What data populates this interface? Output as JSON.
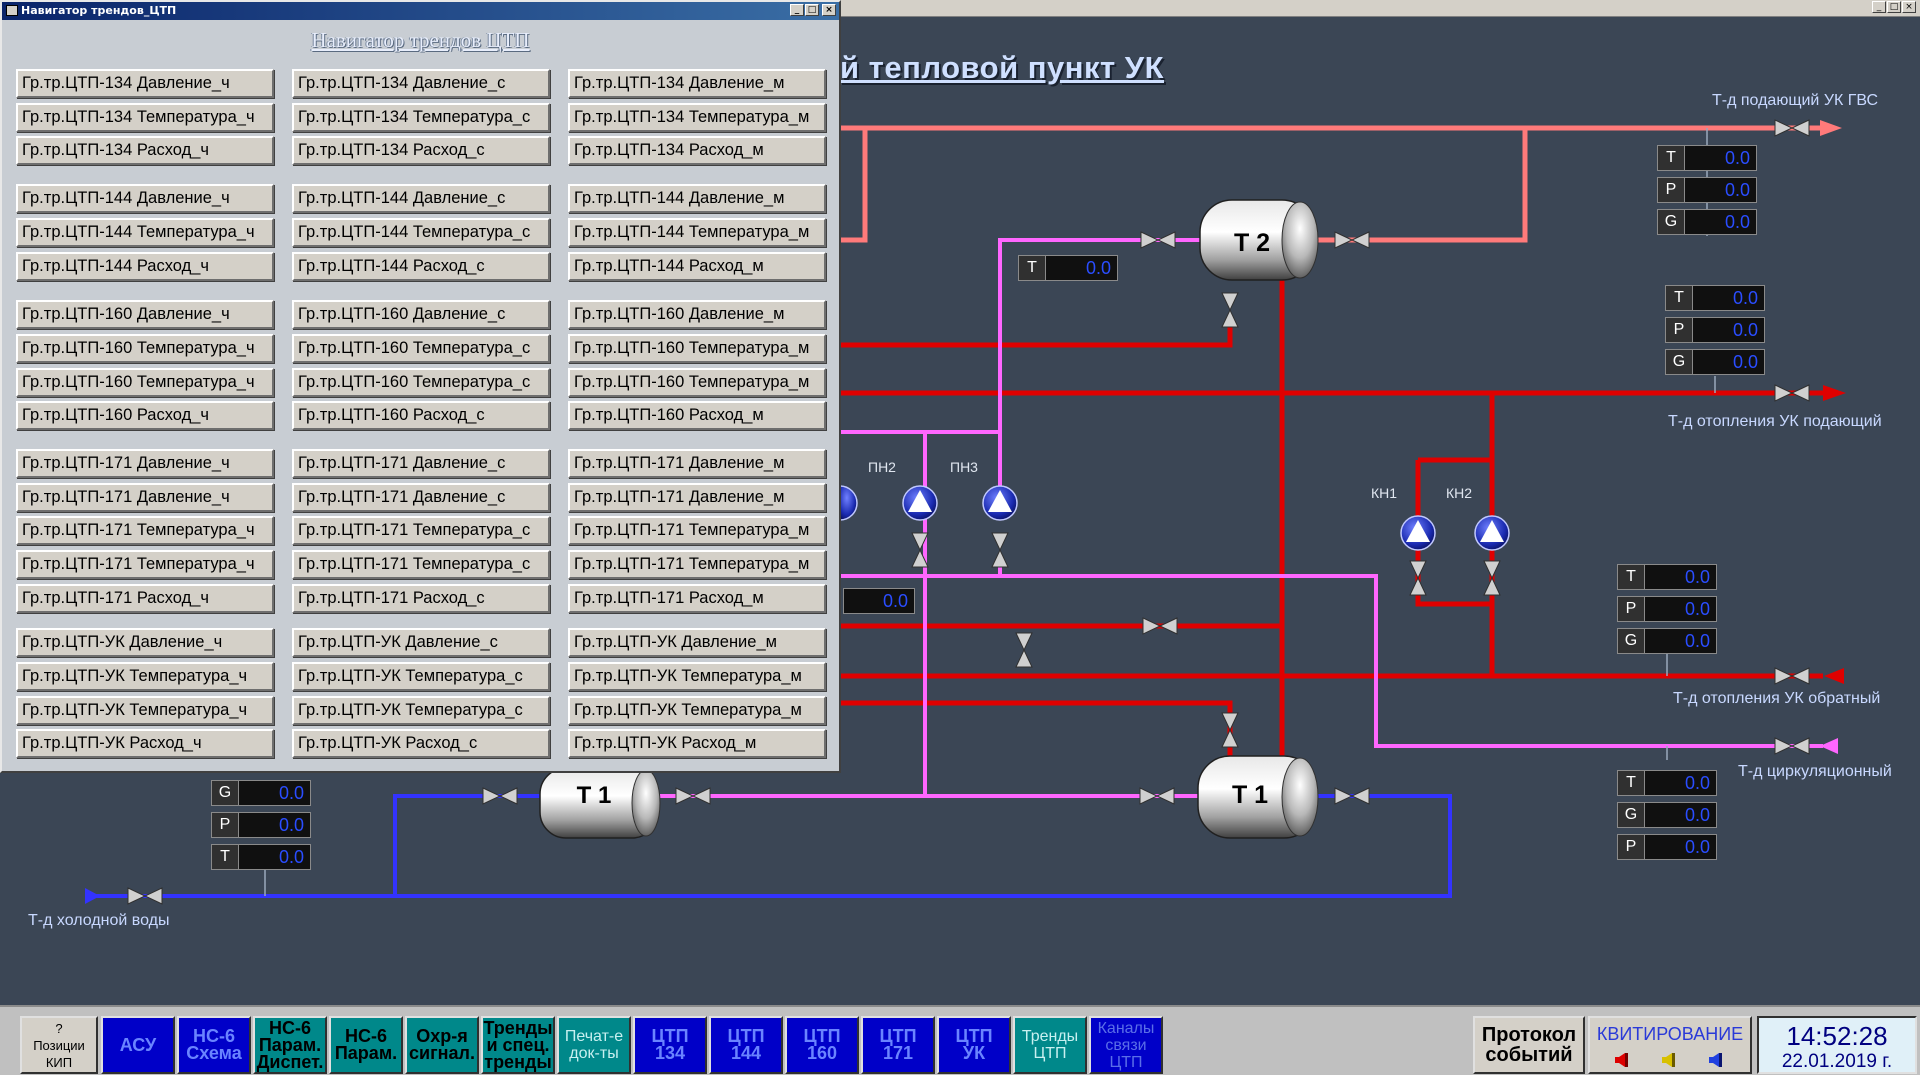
{
  "window_title": "Навигатор трендов_ЦТП",
  "navigator_heading": "Навигатор трендов ЦТП",
  "screen_title": "й тепловой пункт УК",
  "window_controls": [
    "_",
    "□",
    "×"
  ],
  "trend_buttons": [
    [
      "Гр.тр.ЦТП-134 Давление_ч",
      "Гр.тр.ЦТП-134 Давление_с",
      "Гр.тр.ЦТП-134 Давление_м"
    ],
    [
      "Гр.тр.ЦТП-134 Температура_ч",
      "Гр.тр.ЦТП-134 Температура_с",
      "Гр.тр.ЦТП-134 Температура_м"
    ],
    [
      "Гр.тр.ЦТП-134 Расход_ч",
      "Гр.тр.ЦТП-134 Расход_с",
      "Гр.тр.ЦТП-134 Расход_м"
    ],
    [
      "Гр.тр.ЦТП-144 Давление_ч",
      "Гр.тр.ЦТП-144 Давление_с",
      "Гр.тр.ЦТП-144 Давление_м"
    ],
    [
      "Гр.тр.ЦТП-144 Температура_ч",
      "Гр.тр.ЦТП-144 Температура_с",
      "Гр.тр.ЦТП-144 Температура_м"
    ],
    [
      "Гр.тр.ЦТП-144 Расход_ч",
      "Гр.тр.ЦТП-144 Расход_с",
      "Гр.тр.ЦТП-144 Расход_м"
    ],
    [
      "Гр.тр.ЦТП-160 Давление_ч",
      "Гр.тр.ЦТП-160 Давление_с",
      "Гр.тр.ЦТП-160 Давление_м"
    ],
    [
      "Гр.тр.ЦТП-160 Температура_ч",
      "Гр.тр.ЦТП-160 Температура_с",
      "Гр.тр.ЦТП-160 Температура_м"
    ],
    [
      "Гр.тр.ЦТП-160 Температура_ч",
      "Гр.тр.ЦТП-160 Температура_с",
      "Гр.тр.ЦТП-160 Температура_м"
    ],
    [
      "Гр.тр.ЦТП-160 Расход_ч",
      "Гр.тр.ЦТП-160 Расход_с",
      "Гр.тр.ЦТП-160 Расход_м"
    ],
    [
      "Гр.тр.ЦТП-171 Давление_ч",
      "Гр.тр.ЦТП-171 Давление_с",
      "Гр.тр.ЦТП-171 Давление_м"
    ],
    [
      "Гр.тр.ЦТП-171 Давление_ч",
      "Гр.тр.ЦТП-171 Давление_с",
      "Гр.тр.ЦТП-171 Давление_м"
    ],
    [
      "Гр.тр.ЦТП-171 Температура_ч",
      "Гр.тр.ЦТП-171 Температура_с",
      "Гр.тр.ЦТП-171 Температура_м"
    ],
    [
      "Гр.тр.ЦТП-171 Температура_ч",
      "Гр.тр.ЦТП-171 Температура_с",
      "Гр.тр.ЦТП-171 Температура_м"
    ],
    [
      "Гр.тр.ЦТП-171 Расход_ч",
      "Гр.тр.ЦТП-171 Расход_с",
      "Гр.тр.ЦТП-171 Расход_м"
    ],
    [
      "Гр.тр.ЦТП-УК Давление_ч",
      "Гр.тр.ЦТП-УК Давление_с",
      "Гр.тр.ЦТП-УК Давление_м"
    ],
    [
      "Гр.тр.ЦТП-УК Температура_ч",
      "Гр.тр.ЦТП-УК Температура_с",
      "Гр.тр.ЦТП-УК Температура_м"
    ],
    [
      "Гр.тр.ЦТП-УК Температура_ч",
      "Гр.тр.ЦТП-УК Температура_с",
      "Гр.тр.ЦТП-УК Температура_м"
    ],
    [
      "Гр.тр.ЦТП-УК Расход_ч",
      "Гр.тр.ЦТП-УК Расход_с",
      "Гр.тр.ЦТП-УК Расход_м"
    ]
  ],
  "pipe_labels": {
    "hot_water_supply": "Т-д подающий УК ГВС",
    "heating_supply": "Т-д отопления УК подающий",
    "heating_return": "Т-д отопления УК обратный",
    "circulation": "Т-д циркуляционный",
    "cold_water": "Т-д холодной воды"
  },
  "equipment": {
    "t2": "Т 2",
    "t1_left": "Т 1",
    "t1_right": "Т 1",
    "pn2": "ПН2",
    "pn3": "ПН3",
    "kn1": "КН1",
    "kn2": "КН2"
  },
  "readouts": {
    "gvs": [
      {
        "label": "T",
        "value": "0.0"
      },
      {
        "label": "P",
        "value": "0.0"
      },
      {
        "label": "G",
        "value": "0.0"
      }
    ],
    "t2_temp": [
      {
        "label": "T",
        "value": "0.0"
      }
    ],
    "heating_supply": [
      {
        "label": "T",
        "value": "0.0"
      },
      {
        "label": "P",
        "value": "0.0"
      },
      {
        "label": "G",
        "value": "0.0"
      }
    ],
    "mid_partial": "0.0",
    "heating_return": [
      {
        "label": "T",
        "value": "0.0"
      },
      {
        "label": "P",
        "value": "0.0"
      },
      {
        "label": "G",
        "value": "0.0"
      }
    ],
    "circulation": [
      {
        "label": "T",
        "value": "0.0"
      },
      {
        "label": "G",
        "value": "0.0"
      },
      {
        "label": "P",
        "value": "0.0"
      }
    ],
    "cold_water": [
      {
        "label": "G",
        "value": "0.0"
      },
      {
        "label": "P",
        "value": "0.0"
      },
      {
        "label": "T",
        "value": "0.0"
      }
    ]
  },
  "nav_buttons": [
    {
      "id": "positions-kip",
      "label": "?\nПозиции\nКИП",
      "style": "gray"
    },
    {
      "id": "asu",
      "label": "АСУ",
      "style": "blue"
    },
    {
      "id": "ns6-scheme",
      "label": "НС-6\nСхема",
      "style": "blue"
    },
    {
      "id": "ns6-param-disp",
      "label": "НС-6\nПарам.\nДиспет.",
      "style": "teal"
    },
    {
      "id": "ns6-param",
      "label": "НС-6\nПарам.",
      "style": "teal"
    },
    {
      "id": "security-signal",
      "label": "Охр-я\nсигнал.",
      "style": "teal"
    },
    {
      "id": "trends-special",
      "label": "Тренды\nи спец.\nтренды",
      "style": "teal"
    },
    {
      "id": "print-docs",
      "label": "Печат-е\nдок-ты",
      "style": "teal-dim"
    },
    {
      "id": "ctp134",
      "label": "ЦТП\n134",
      "style": "blue"
    },
    {
      "id": "ctp144",
      "label": "ЦТП\n144",
      "style": "blue"
    },
    {
      "id": "ctp160",
      "label": "ЦТП\n160",
      "style": "blue"
    },
    {
      "id": "ctp171",
      "label": "ЦТП\n171",
      "style": "blue"
    },
    {
      "id": "ctp-uk",
      "label": "ЦТП\nУК",
      "style": "blue"
    },
    {
      "id": "ctp-trends",
      "label": "Тренды\nЦТП",
      "style": "teal-dim"
    },
    {
      "id": "comm-channels",
      "label": "Каналы\nсвязи\nЦТП",
      "style": "blue-dim"
    }
  ],
  "events_button": "Протокол\nсобытий",
  "ack_button": "КВИТИРОВАНИЕ",
  "clock": {
    "time": "14:52:28",
    "date": "22.01.2019 г."
  },
  "colors": {
    "background": "#3b4655",
    "hot_pipe": "#e00000",
    "gvs_pipe": "#ff7a7a",
    "circulation_pipe": "#ff66ff",
    "cold_pipe": "#3333ff",
    "value_text": "#2a4dff"
  }
}
